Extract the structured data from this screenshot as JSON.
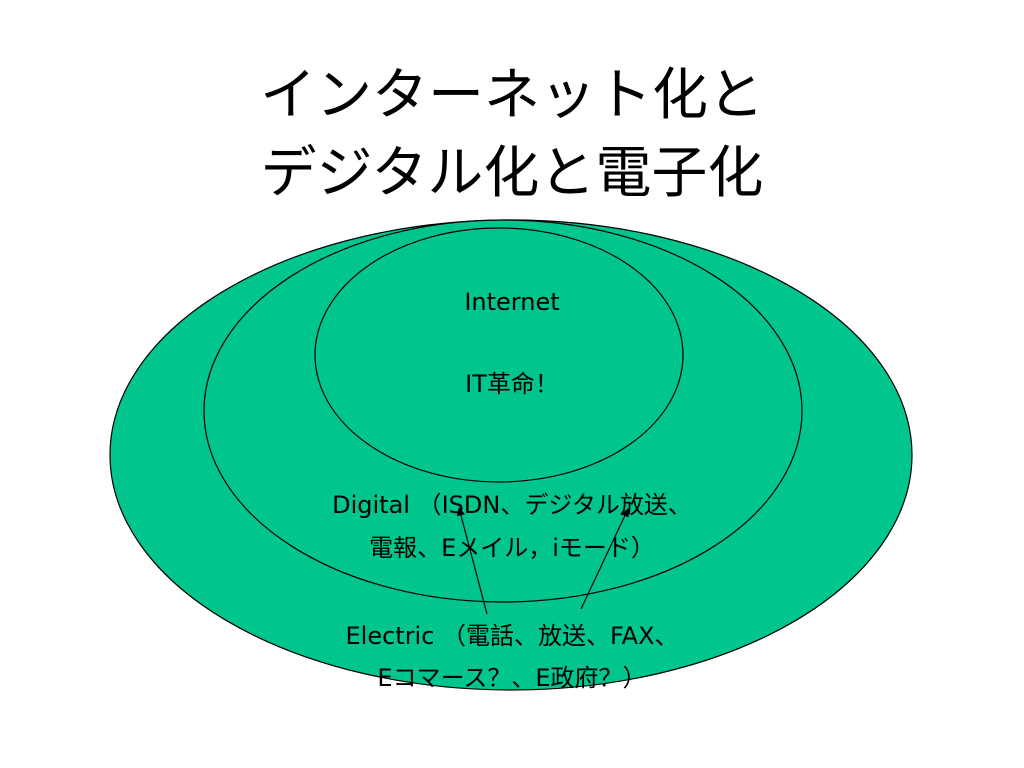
{
  "title": {
    "line1": "インターネット化と",
    "line2": "デジタル化と電子化"
  },
  "colors": {
    "fill": "#00C58C",
    "stroke": "#000000",
    "background": "#FFFFFF"
  },
  "diagram": {
    "internet_label": "Internet",
    "it_label": "IT革命！",
    "digital_line1": "Digital （ISDN、デジタル放送、",
    "digital_line2": "電報、Eメイル，iモード）",
    "electric_line1": "Electric （電話、放送、FAX、",
    "electric_line2": "Eコマース？、E政府？）"
  }
}
